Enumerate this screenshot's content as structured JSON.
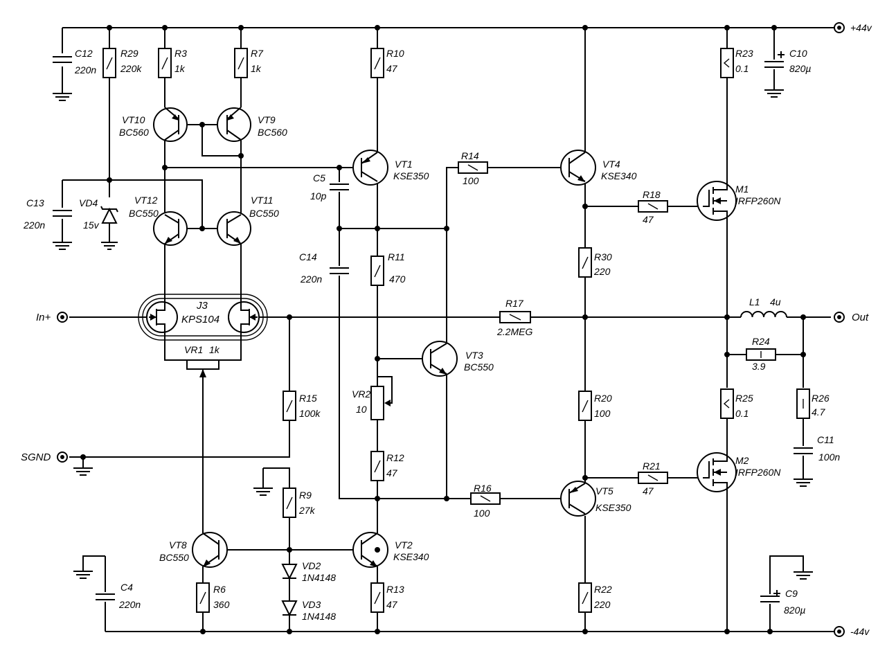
{
  "rails": {
    "pos": "+44v",
    "neg": "-44v"
  },
  "terminals": {
    "in": "In+",
    "out": "Out",
    "sgnd": "SGND"
  },
  "components": {
    "C12": {
      "ref": "C12",
      "value": "220n"
    },
    "R29": {
      "ref": "R29",
      "value": "220k"
    },
    "R3": {
      "ref": "R3",
      "value": "1k"
    },
    "R7": {
      "ref": "R7",
      "value": "1k"
    },
    "R10": {
      "ref": "R10",
      "value": "47"
    },
    "R23": {
      "ref": "R23",
      "value": "0.1"
    },
    "C10": {
      "ref": "C10",
      "value": "820µ"
    },
    "VT10": {
      "ref": "VT10",
      "value": "BC560"
    },
    "VT9": {
      "ref": "VT9",
      "value": "BC560"
    },
    "VT1": {
      "ref": "VT1",
      "value": "KSE350"
    },
    "R14": {
      "ref": "R14",
      "value": "100"
    },
    "VT4": {
      "ref": "VT4",
      "value": "KSE340"
    },
    "M1": {
      "ref": "M1",
      "value": "IRFP260N"
    },
    "C13": {
      "ref": "C13",
      "value": "220n"
    },
    "VD4": {
      "ref": "VD4",
      "value": "15v"
    },
    "VT12": {
      "ref": "VT12",
      "value": "BC550"
    },
    "VT11": {
      "ref": "VT11",
      "value": "BC550"
    },
    "C5": {
      "ref": "C5",
      "value": "10p"
    },
    "R18": {
      "ref": "R18",
      "value": "47"
    },
    "C14": {
      "ref": "C14",
      "value": "220n"
    },
    "R11": {
      "ref": "R11",
      "value": "470"
    },
    "R30": {
      "ref": "R30",
      "value": "220"
    },
    "J3": {
      "ref": "J3",
      "value": "KPS104"
    },
    "R17": {
      "ref": "R17",
      "value": "2.2MEG"
    },
    "L1": {
      "ref": "L1",
      "value": "4u"
    },
    "VR1": {
      "ref": "VR1",
      "value": "1k"
    },
    "VT3": {
      "ref": "VT3",
      "value": "BC550"
    },
    "R24": {
      "ref": "R24",
      "value": "3.9"
    },
    "VR2": {
      "ref": "VR2",
      "value": "10"
    },
    "R15": {
      "ref": "R15",
      "value": "100k"
    },
    "R20": {
      "ref": "R20",
      "value": "100"
    },
    "R25": {
      "ref": "R25",
      "value": "0.1"
    },
    "R26": {
      "ref": "R26",
      "value": "4.7"
    },
    "C11": {
      "ref": "C11",
      "value": "100n"
    },
    "R12": {
      "ref": "R12",
      "value": "47"
    },
    "M2": {
      "ref": "M2",
      "value": "IRFP260N"
    },
    "R21": {
      "ref": "R21",
      "value": "47"
    },
    "R9": {
      "ref": "R9",
      "value": "27k"
    },
    "R16": {
      "ref": "R16",
      "value": "100"
    },
    "VT5": {
      "ref": "VT5",
      "value": "KSE350"
    },
    "VT8": {
      "ref": "VT8",
      "value": "BC550"
    },
    "VT2": {
      "ref": "VT2",
      "value": "KSE340"
    },
    "VD2": {
      "ref": "VD2",
      "value": "1N4148"
    },
    "VD3": {
      "ref": "VD3",
      "value": "1N4148"
    },
    "C4": {
      "ref": "C4",
      "value": "220n"
    },
    "R6": {
      "ref": "R6",
      "value": "360"
    },
    "R13": {
      "ref": "R13",
      "value": "47"
    },
    "R22": {
      "ref": "R22",
      "value": "220"
    },
    "C9": {
      "ref": "C9",
      "value": "820µ"
    }
  }
}
